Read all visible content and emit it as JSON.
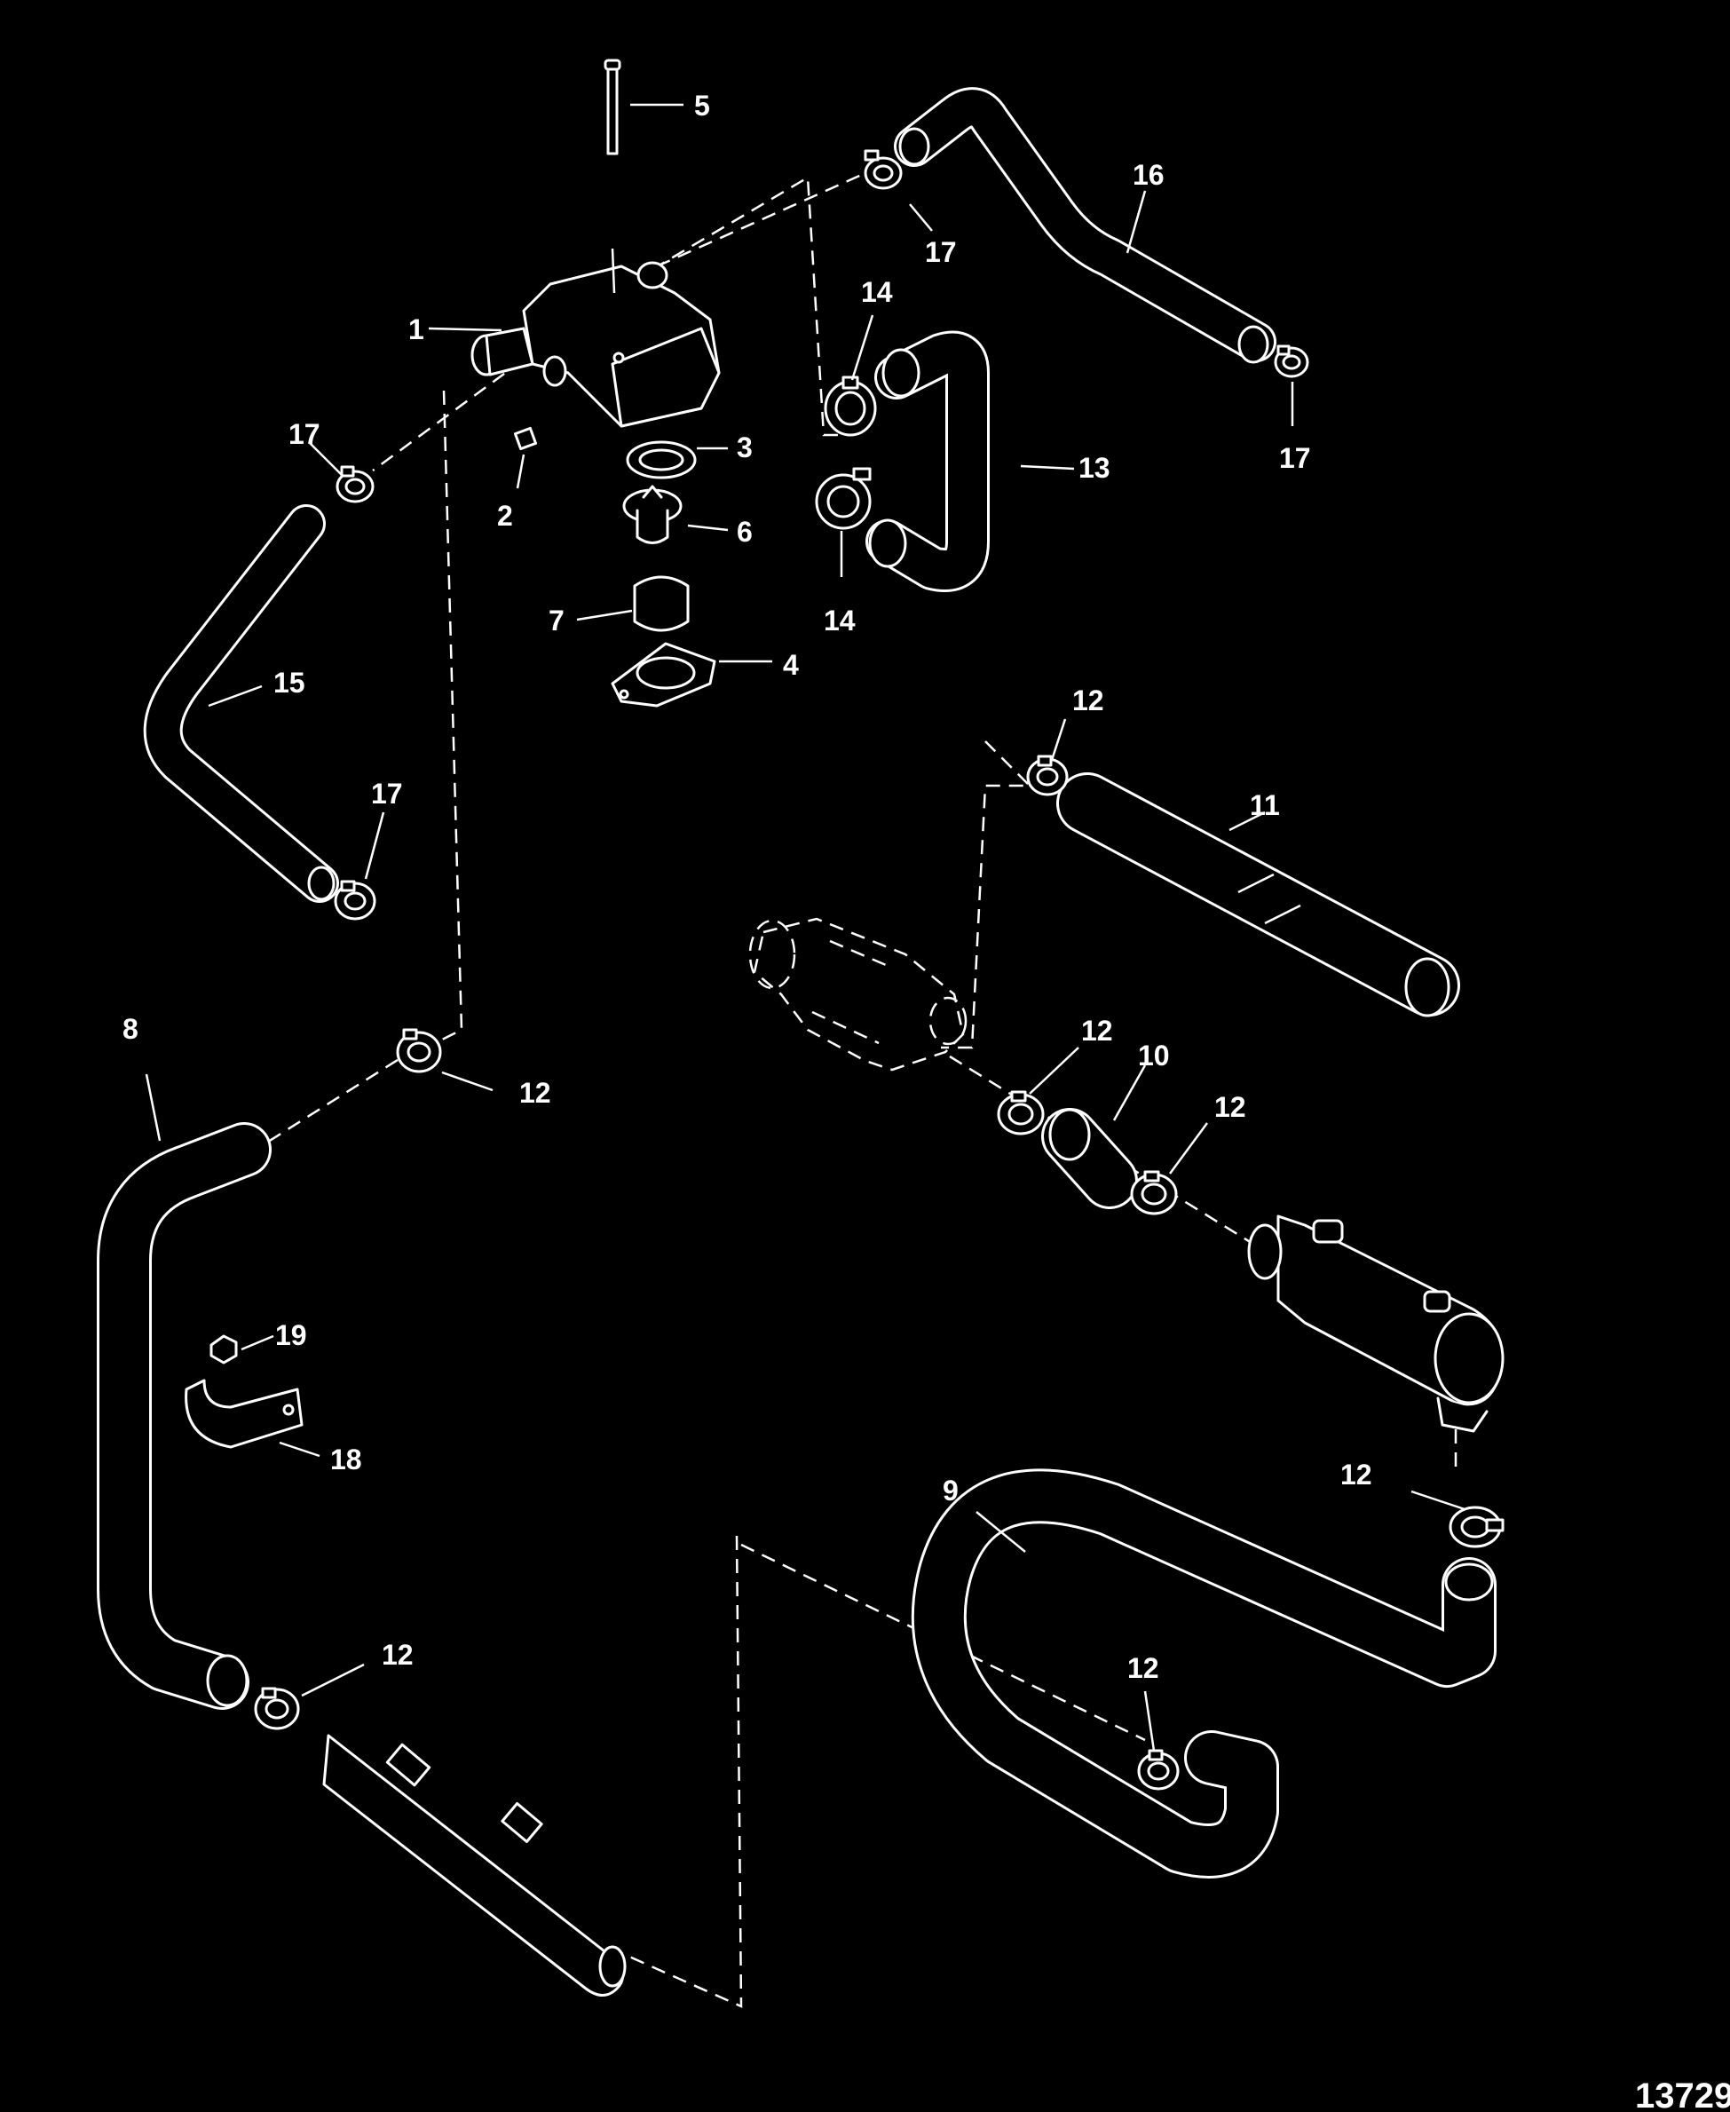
{
  "diagram": {
    "drawing_number": "13729",
    "background": "#000000",
    "line_color": "#ffffff",
    "callouts": [
      {
        "id": "c1",
        "label": "1"
      },
      {
        "id": "c2",
        "label": "2"
      },
      {
        "id": "c3",
        "label": "3"
      },
      {
        "id": "c4",
        "label": "4"
      },
      {
        "id": "c5",
        "label": "5"
      },
      {
        "id": "c6",
        "label": "6"
      },
      {
        "id": "c7",
        "label": "7"
      },
      {
        "id": "c8",
        "label": "8"
      },
      {
        "id": "c9",
        "label": "9"
      },
      {
        "id": "c10",
        "label": "10"
      },
      {
        "id": "c11",
        "label": "11"
      },
      {
        "id": "c12a",
        "label": "12"
      },
      {
        "id": "c12b",
        "label": "12"
      },
      {
        "id": "c12c",
        "label": "12"
      },
      {
        "id": "c12d",
        "label": "12"
      },
      {
        "id": "c12e",
        "label": "12"
      },
      {
        "id": "c12f",
        "label": "12"
      },
      {
        "id": "c12g",
        "label": "12"
      },
      {
        "id": "c13",
        "label": "13"
      },
      {
        "id": "c14a",
        "label": "14"
      },
      {
        "id": "c14b",
        "label": "14"
      },
      {
        "id": "c15",
        "label": "15"
      },
      {
        "id": "c16",
        "label": "16"
      },
      {
        "id": "c17a",
        "label": "17"
      },
      {
        "id": "c17b",
        "label": "17"
      },
      {
        "id": "c17c",
        "label": "17"
      },
      {
        "id": "c17d",
        "label": "17"
      },
      {
        "id": "c18",
        "label": "18"
      },
      {
        "id": "c19",
        "label": "19"
      }
    ]
  }
}
